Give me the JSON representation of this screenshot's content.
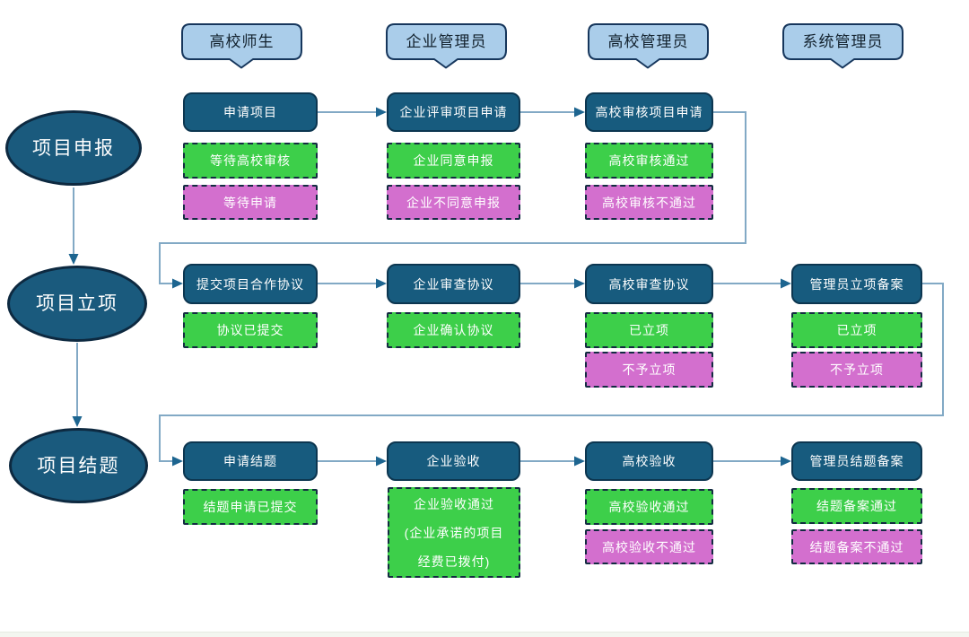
{
  "lanes": [
    {
      "label": "高校师生"
    },
    {
      "label": "企业管理员"
    },
    {
      "label": "高校管理员"
    },
    {
      "label": "系统管理员"
    }
  ],
  "rows": [
    {
      "phase": "项目申报",
      "cells": [
        {
          "action": "申请项目",
          "pass": "等待高校审核",
          "fail": "等待申请"
        },
        {
          "action": "企业评审项目申请",
          "pass": "企业同意申报",
          "fail": "企业不同意申报"
        },
        {
          "action": "高校审核项目申请",
          "pass": "高校审核通过",
          "fail": "高校审核不通过"
        }
      ]
    },
    {
      "phase": "项目立项",
      "cells": [
        {
          "action": "提交项目合作协议",
          "pass": "协议已提交"
        },
        {
          "action": "企业审查协议",
          "pass": "企业确认协议"
        },
        {
          "action": "高校审查协议",
          "pass": "已立项",
          "fail": "不予立项"
        },
        {
          "action": "管理员立项备案",
          "pass": "已立项",
          "fail": "不予立项"
        }
      ]
    },
    {
      "phase": "项目结题",
      "cells": [
        {
          "action": "申请结题",
          "pass": "结题申请已提交"
        },
        {
          "action": "企业验收",
          "pass_lines": [
            "企业验收通过",
            "(企业承诺的项目",
            "经费已拨付)"
          ]
        },
        {
          "action": "高校验收",
          "pass": "高校验收通过",
          "fail": "高校验收不通过"
        },
        {
          "action": "管理员结题备案",
          "pass": "结题备案通过",
          "fail": "结题备案不通过"
        }
      ]
    }
  ],
  "colors": {
    "action_fill": "#175b7e",
    "action_border": "#0c3650",
    "phase_fill": "#1a5a7d",
    "lane_fill": "#aacdea",
    "lane_border": "#16365c",
    "pass_fill": "#3dcf4a",
    "fail_fill": "#d36fce",
    "status_border": "#142c42",
    "connector_line": "#82a9c5",
    "arrowhead": "#1d6590"
  }
}
